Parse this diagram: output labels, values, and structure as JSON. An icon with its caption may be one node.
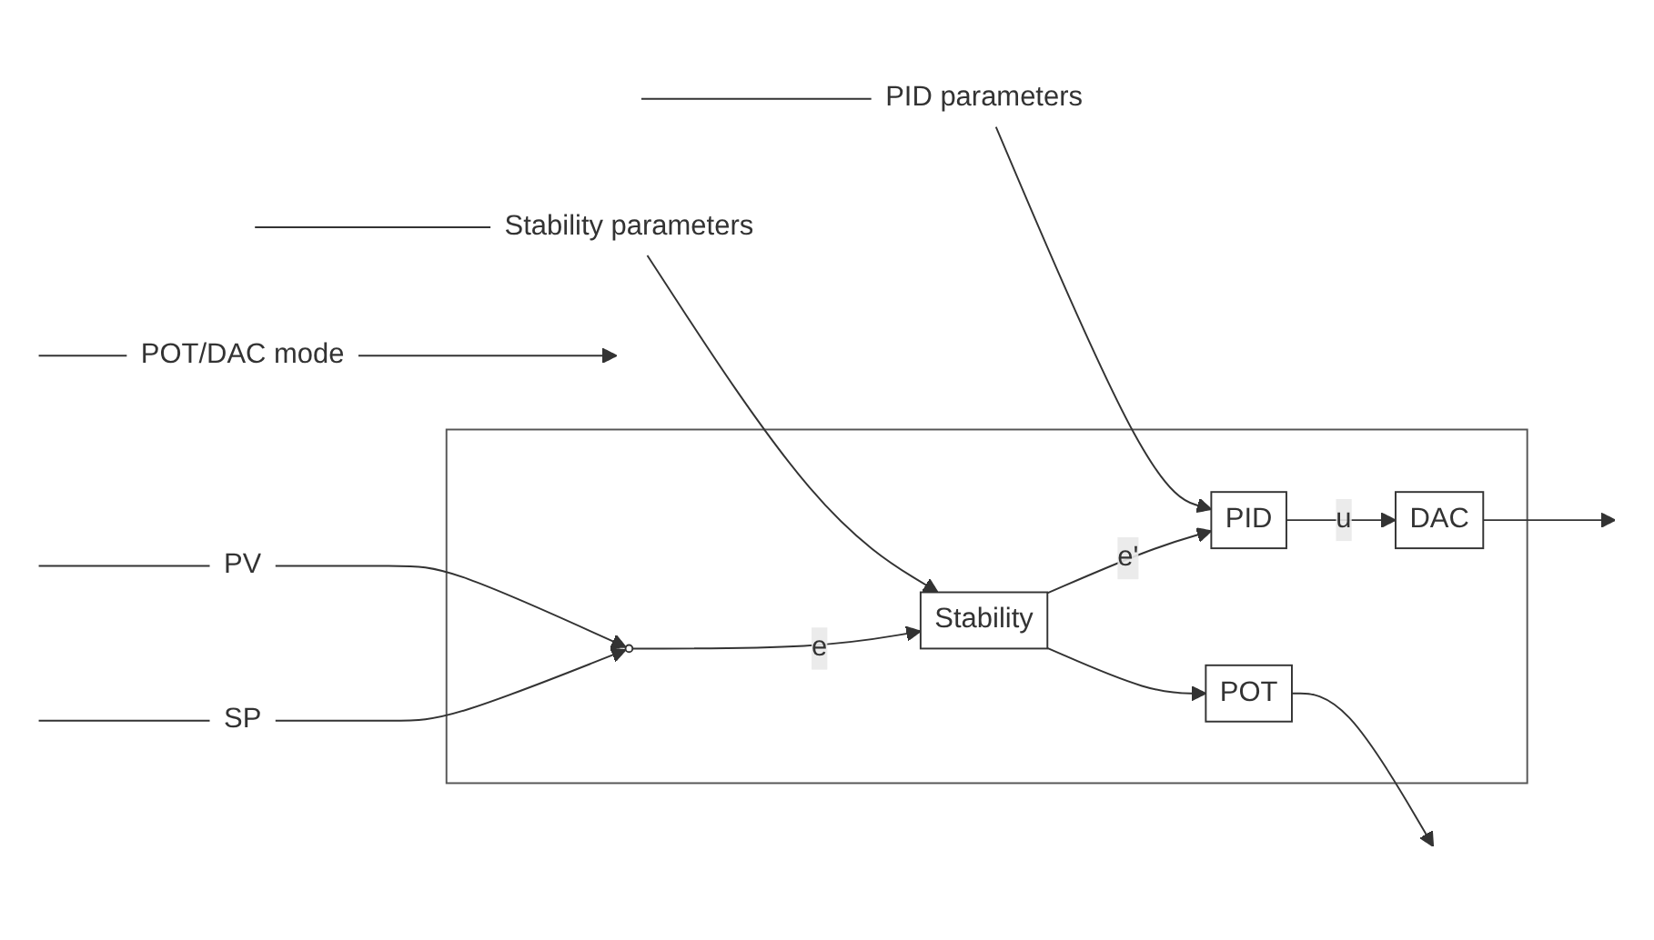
{
  "diagram": {
    "nodes": [
      {
        "text": [],
        "shape": "box"
      },
      {
        "text": [
          "SP"
        ]
      },
      {
        "text": [],
        "shape": "circle",
        "in": 0
      },
      {
        "text": [
          "Stability"
        ],
        "in": 0
      },
      {
        "text": [
          "PID"
        ],
        "in": 0
      },
      {
        "text": [
          "DAC"
        ],
        "in": 0
      },
      {
        "text": [
          "POT"
        ],
        "in": 0
      },
      {
        "text": [
          "Stability parameters"
        ]
      },
      {
        "text": [
          "POT/DAC mode"
        ]
      },
      {
        "text": [
          "PID parameters"
        ]
      },
      {
        "text": [
          "PV"
        ]
      }
    ],
    "edges": [
      {
        "from": null,
        "to": 1,
        "arrow": "none"
      },
      {
        "from": 1,
        "to": 2,
        "arrow": "to"
      },
      {
        "from": 2,
        "to": 3,
        "label": "e",
        "arrow": "to"
      },
      {
        "from": 3,
        "to": 4,
        "label": "e'",
        "arrow": "to"
      },
      {
        "from": 3,
        "to": 6,
        "arrow": "to"
      },
      {
        "from": null,
        "to": 7,
        "arrow": "none"
      },
      {
        "from": 7,
        "to": 3,
        "arrow": "to"
      },
      {
        "from": null,
        "to": 8,
        "arrow": "none"
      },
      {
        "from": 8,
        "to": null,
        "arrow": "to"
      },
      {
        "from": null,
        "to": 9,
        "arrow": "none"
      },
      {
        "from": 9,
        "to": 4,
        "arrow": "to"
      },
      {
        "from": 4,
        "to": 5,
        "label": "u",
        "arrow": "to"
      },
      {
        "from": 5,
        "to": null,
        "arrow": "to"
      },
      {
        "from": 6,
        "to": null,
        "arrow": "to"
      },
      {
        "from": null,
        "to": 10,
        "arrow": "none"
      },
      {
        "from": 10,
        "to": 2,
        "arrow": "to"
      }
    ]
  }
}
